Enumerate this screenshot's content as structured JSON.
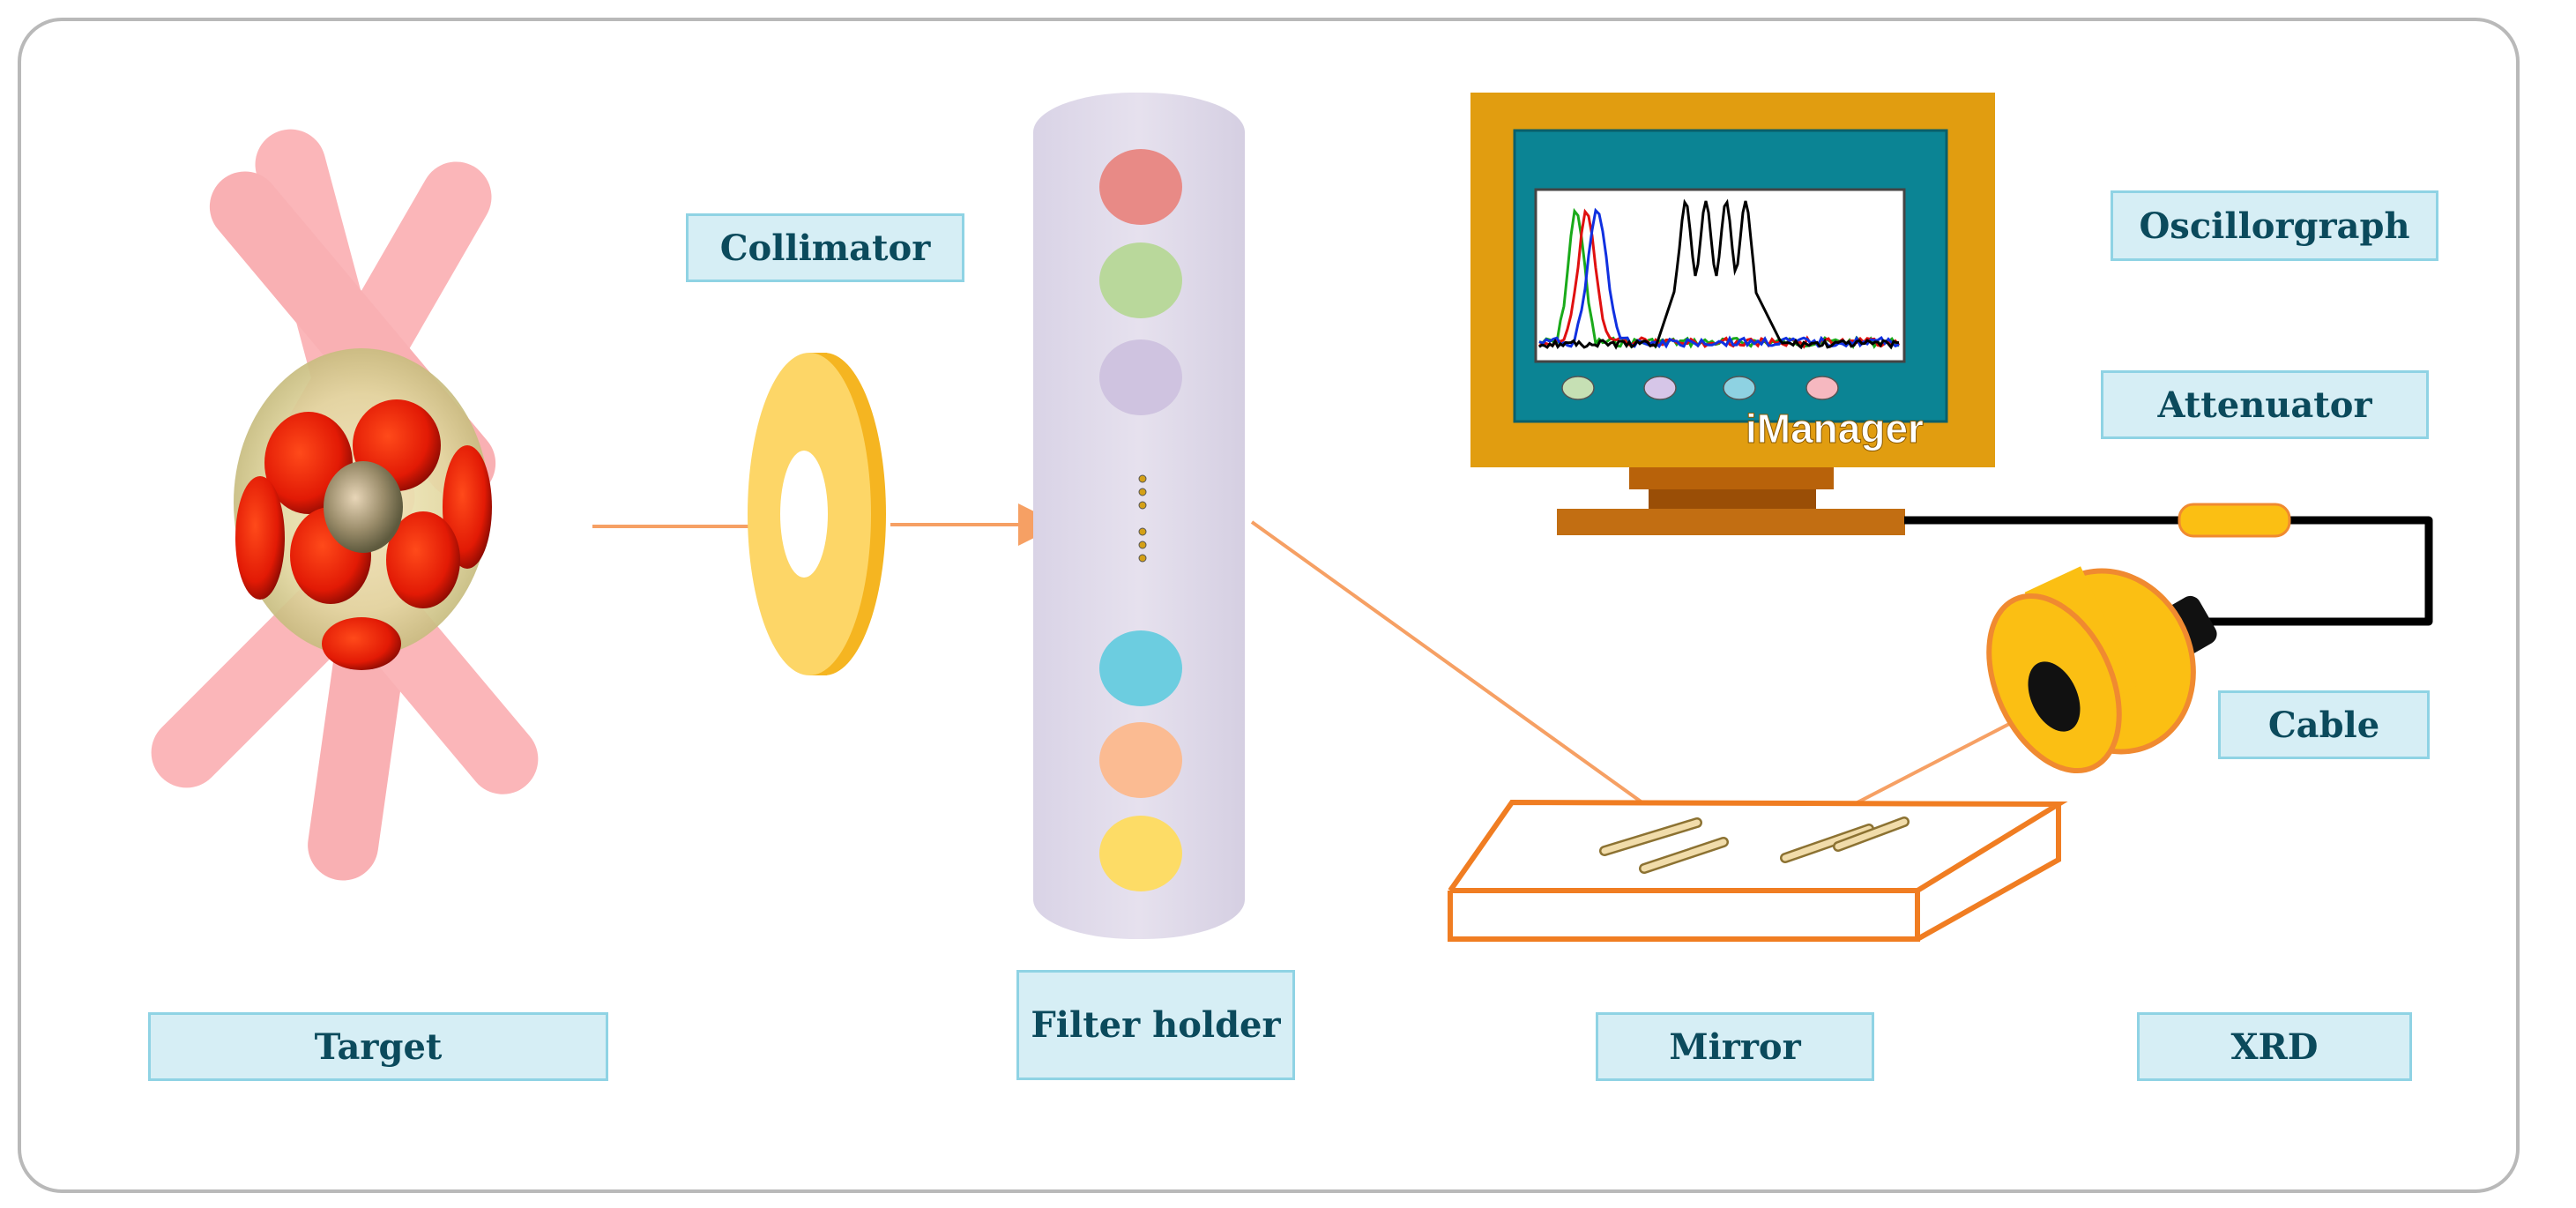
{
  "labels": {
    "collimator": "Collimator",
    "oscillograph": "Oscillorgraph",
    "attenuator": "Attenuator",
    "cable": "Cable",
    "target": "Target",
    "filter_holder": "Filter holder",
    "mirror": "Mirror",
    "xrd": "XRD"
  },
  "monitor_brand": "iManager",
  "filter_colors": [
    "#e88a86",
    "#b9d89b",
    "#cfc3e0",
    "#6ccde0",
    "#fbbb92",
    "#fddc66"
  ],
  "colors": {
    "beam": "#f6a064",
    "monitor_frame": "#e19d10",
    "monitor_screen": "#0b8494",
    "detector": "#fbbf13",
    "mirror_outline": "#f07d22",
    "label_bg": "#d6eef5",
    "label_border": "#8fd3e4",
    "label_text": "#0b4a5c"
  },
  "oscillograph_traces": {
    "series": [
      {
        "name": "",
        "color": "#1aaa1a"
      },
      {
        "name": "",
        "color": "#e01010"
      },
      {
        "name": "",
        "color": "#1030e0"
      },
      {
        "name": "",
        "color": "#000000"
      }
    ]
  },
  "screen_buttons": [
    "#c6e0b4",
    "#d6c6e8",
    "#8ed2e2",
    "#f6b8c0"
  ]
}
